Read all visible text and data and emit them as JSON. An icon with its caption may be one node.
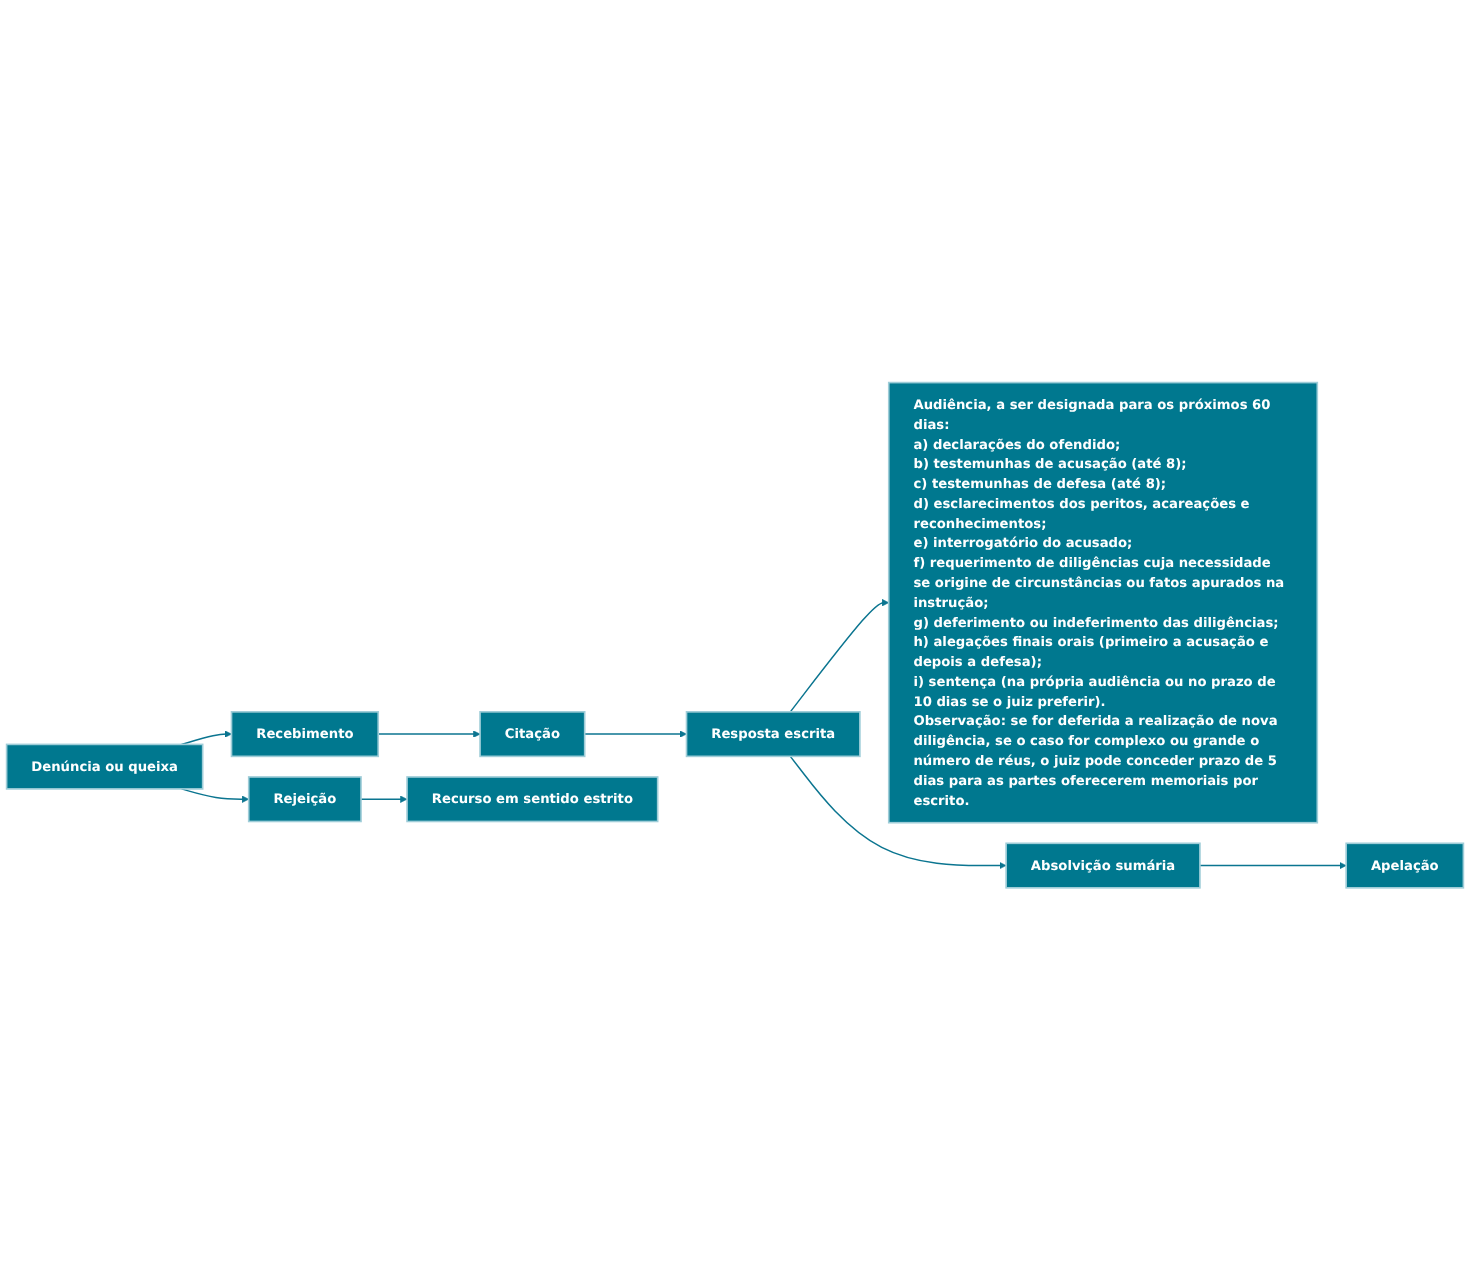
{
  "diagram": {
    "nodes": [
      {
        "text": [
          "Denúncia ou queixa"
        ]
      },
      {
        "text": [
          "Recebimento"
        ]
      },
      {
        "text": [
          "Citação"
        ]
      },
      {
        "text": [
          "Resposta escrita"
        ]
      },
      {
        "text": [
          "Rejeição"
        ]
      },
      {
        "text": [
          "Audiência, a ser designada para os próximos 60 dias:",
          "a) declarações do ofendido;",
          "b) testemunhas de acusação (até 8);",
          "c) testemunhas de defesa (até 8);",
          "d) esclarecimentos dos peritos, acareações e reconhecimentos;",
          "e) interrogatório do acusado;",
          "f) requerimento de diligências cuja necessidade se origine de circunstâncias ou fatos apurados na instrução;",
          "g) deferimento ou indeferimento das diligências;",
          "h) alegações finais orais (primeiro a acusação e depois a defesa);",
          "i) sentença (na própria audiência ou no prazo de 10 dias se o juiz preferir).",
          "Observação: se for deferida a realização de nova diligência, se o caso for complexo ou grande o número de réus, o juiz pode conceder prazo de 5 dias para as partes oferecerem memoriais por escrito."
        ]
      },
      {
        "text": [
          "Absolvição sumária"
        ]
      },
      {
        "text": [
          "Recurso em sentido estrito"
        ]
      },
      {
        "text": [
          "Apelação"
        ]
      }
    ],
    "edges": [
      {
        "from": 0,
        "to": 1,
        "arrow": "to"
      },
      {
        "from": 1,
        "to": 2,
        "arrow": "to"
      },
      {
        "from": 2,
        "to": 3,
        "arrow": "to"
      },
      {
        "from": 0,
        "to": 4,
        "arrow": "to"
      },
      {
        "from": 3,
        "to": 5,
        "arrow": "to"
      },
      {
        "from": 3,
        "to": 6,
        "arrow": "to"
      },
      {
        "from": 4,
        "to": 7,
        "arrow": "to"
      },
      {
        "from": 6,
        "to": 8,
        "arrow": "to"
      }
    ]
  }
}
